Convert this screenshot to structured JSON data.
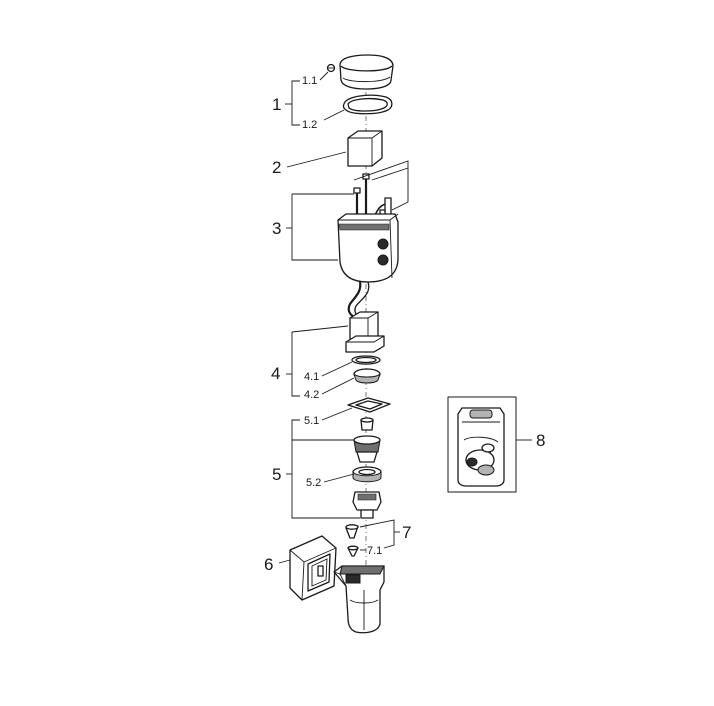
{
  "callouts": {
    "p1": "1",
    "p1_1": "1.1",
    "p1_2": "1.2",
    "p2": "2",
    "p3": "3",
    "p4": "4",
    "p4_1": "4.1",
    "p4_2": "4.2",
    "p5": "5",
    "p5_1": "5.1",
    "p5_2": "5.2",
    "p6": "6",
    "p7": "7",
    "p7_1": "7.1",
    "p8": "8"
  }
}
